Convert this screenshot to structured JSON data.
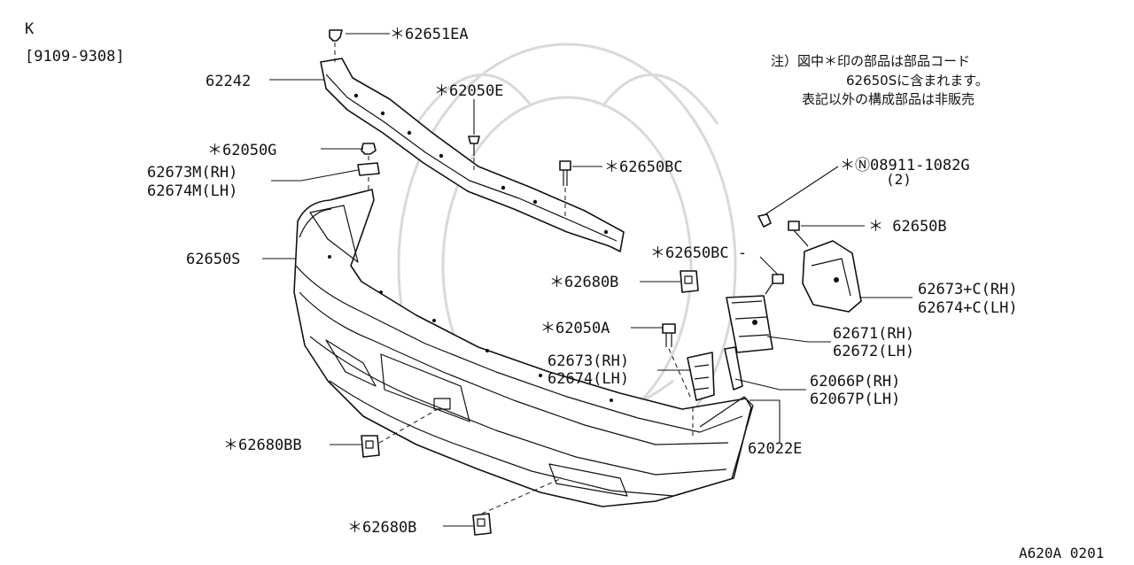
{
  "header": {
    "model_code": "K",
    "date_range": "[9109-9308]"
  },
  "note": {
    "line1": "注）図中＊印の部品は部品コード",
    "line2": "62650Sに含まれます。",
    "line3": "表記以外の構成部品は非販売"
  },
  "labels": {
    "p62651EA": "＊62651EA",
    "p62242": "62242",
    "p62050E": "＊62050E",
    "p62050G": "＊62050G",
    "p62673M": "62673M(RH)",
    "p62674M": "62674M(LH)",
    "p62650BC_top": "＊62650BC",
    "p62650S": "62650S",
    "p08911": "＊Ⓝ08911-1082G",
    "p08911_qty": "(2)",
    "p62650B": "＊ 62650B",
    "p62650BC_mid": "＊62650BC -",
    "p62680B_mid": "＊62680B",
    "p62673C": "62673+C(RH)",
    "p62674C": "62674+C(LH)",
    "p62050A": "＊62050A",
    "p62671": "62671(RH)",
    "p62672": "62672(LH)",
    "p62673": "62673(RH)",
    "p62674": "62674(LH)",
    "p62066P": "62066P(RH)",
    "p62067P": "62067P(LH)",
    "p62680BB": "＊62680BB",
    "p62022E": "62022E",
    "p62680B_bot": "＊62680B"
  },
  "footer": {
    "diagram_code": "A620A 0201"
  }
}
